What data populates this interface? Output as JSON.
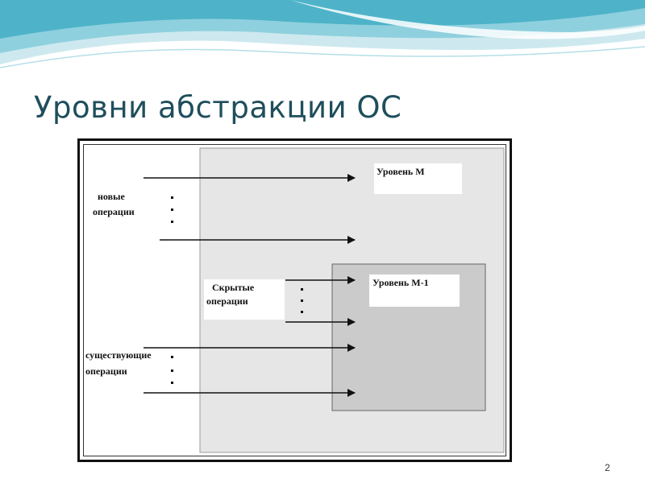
{
  "slide": {
    "title": "Уровни абстракции ОС",
    "number": "2"
  },
  "diagram": {
    "level_m_label": "Уровень М",
    "level_m1_label": "Уровень М-1",
    "new_ops_label": [
      "новые",
      "операции"
    ],
    "hidden_ops_label": [
      "Скрытые",
      "операции"
    ],
    "existing_ops_label": [
      "существующие",
      "операции"
    ],
    "colors": {
      "outer_area": "#ffffff",
      "level_m_area": "#e6e6e6",
      "level_m1_area": "#cbcbcb",
      "arrow": "#111111",
      "wave_light": "#cde9ef",
      "wave_mid": "#8fd0de",
      "wave_dark": "#4eb3c9"
    }
  }
}
